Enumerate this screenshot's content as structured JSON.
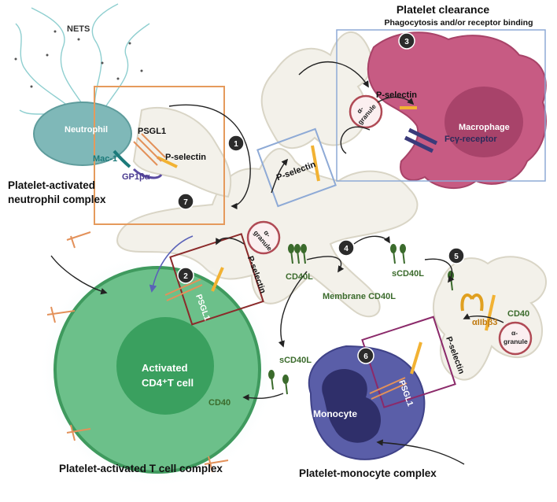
{
  "labels": {
    "nets": "NETS",
    "clearance_title": "Platelet clearance",
    "clearance_subtitle": "Phagocytosis and/or receptor binding",
    "neutrophil": "Neutrophil",
    "psgl1_top": "PSGL1",
    "mac1": "Mac-1",
    "pselectin_neutro": "P-selectin",
    "gp1ba": "GP1βα",
    "neutro_complex_1": "Platelet-activated",
    "neutro_complex_2": "neutrophil complex",
    "pselectin_center": "P-selectin",
    "pselectin_macro": "P-selectin",
    "alpha_granule_top_1": "α-",
    "alpha_granule_top_2": "granule",
    "macrophage": "Macrophage",
    "fc_receptor": "Fcγ-receptor",
    "alpha_granule_mid_1": "α-",
    "alpha_granule_mid_2": "granule",
    "cd40l": "CD40L",
    "membrane_cd40l": "Membrane CD40L",
    "scd40l_right": "sCD40L",
    "scd40l_bottom": "sCD40L",
    "pselectin_tcell": "P-selectin",
    "psgl1_tcell": "PSGL1",
    "activated_1": "Activated",
    "activated_2": "CD4⁺T  cell",
    "cd40_tcell": "CD40",
    "cd40_right": "CD40",
    "aiib": "αIIbβ3",
    "alpha_granule_right_1": "α-",
    "alpha_granule_right_2": "granule",
    "pselectin_mono": "P-selectin",
    "psgl1_mono": "PSGL1",
    "monocyte": "Monocyte",
    "tcell_complex": "Platelet-activated T cell complex",
    "mono_complex": "Platelet-monocyte complex"
  },
  "steps": [
    "1",
    "2",
    "3",
    "4",
    "5",
    "6",
    "7"
  ],
  "colors": {
    "platelet_fill": "#f3f1ea",
    "platelet_stroke": "#d9d5c6",
    "macrophage": "#c75b83",
    "neutrophil": "#7fb8b8",
    "tcell": "#6cc08a",
    "monocyte": "#5a5ea8",
    "orange_box": "#e59a5c",
    "blue_box": "#8eaad6",
    "maroon_box": "#8b2a2a",
    "green_text": "#3b6b2c",
    "receptor": "#f2b233"
  }
}
